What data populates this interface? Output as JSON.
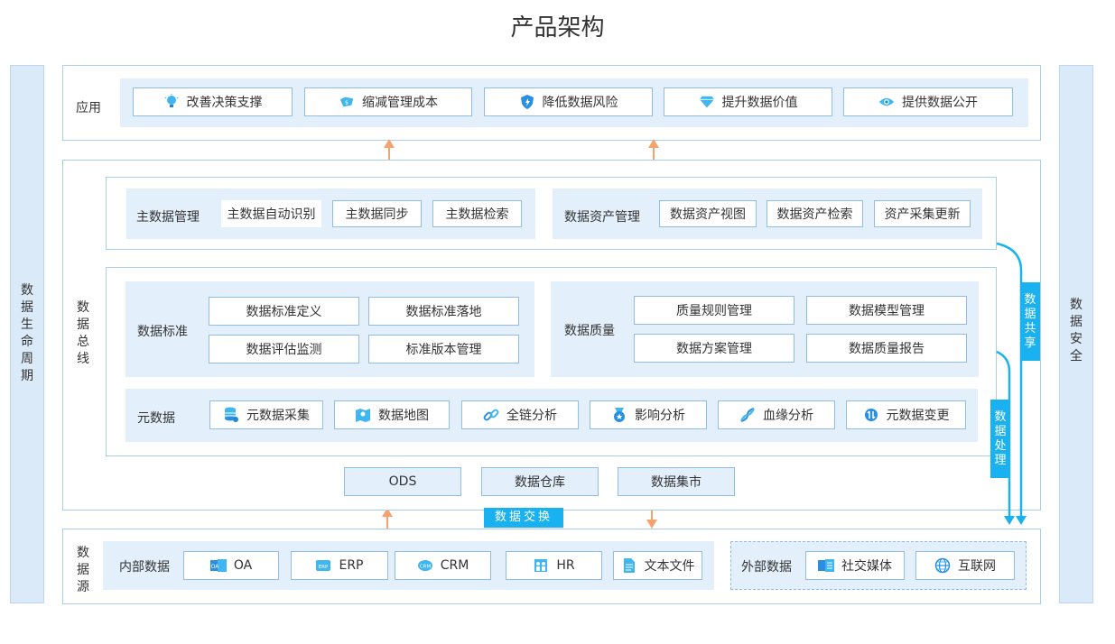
{
  "title": "产品架构",
  "left_panel": "数据生命周期",
  "right_panel": "数据安全",
  "bus_label": "数据总线",
  "app": {
    "label": "应用",
    "items": [
      {
        "icon": "lightbulb-icon",
        "label": "改善决策支撑"
      },
      {
        "icon": "money-icon",
        "label": "缩减管理成本"
      },
      {
        "icon": "shield-icon",
        "label": "降低数据风险"
      },
      {
        "icon": "diamond-icon",
        "label": "提升数据价值"
      },
      {
        "icon": "eye-icon",
        "label": "提供数据公开"
      }
    ]
  },
  "master": {
    "label": "主数据管理",
    "items": [
      "主数据自动识别",
      "主数据同步",
      "主数据检索"
    ]
  },
  "asset": {
    "label": "数据资产管理",
    "items": [
      "数据资产视图",
      "数据资产检索",
      "资产采集更新"
    ]
  },
  "standard": {
    "label": "数据标准",
    "items": [
      "数据标准定义",
      "数据标准落地",
      "数据评估监测",
      "标准版本管理"
    ]
  },
  "quality": {
    "label": "数据质量",
    "items": [
      "质量规则管理",
      "数据模型管理",
      "数据方案管理",
      "数据质量报告"
    ]
  },
  "meta": {
    "label": "元数据",
    "items": [
      {
        "icon": "database-icon",
        "label": "元数据采集"
      },
      {
        "icon": "map-icon",
        "label": "数据地图"
      },
      {
        "icon": "link-icon",
        "label": "全链分析"
      },
      {
        "icon": "medal-icon",
        "label": "影响分析"
      },
      {
        "icon": "dna-icon",
        "label": "血缘分析"
      },
      {
        "icon": "change-icon",
        "label": "元数据变更"
      }
    ]
  },
  "storage": [
    "ODS",
    "数据仓库",
    "数据集市"
  ],
  "tags": {
    "share": "数据共享",
    "process": "数据处理",
    "exchange": "数据交换"
  },
  "source": {
    "label": "数据源",
    "internal_label": "内部数据",
    "internal": [
      {
        "icon": "oa-icon",
        "label": "OA"
      },
      {
        "icon": "erp-icon",
        "label": "ERP"
      },
      {
        "icon": "crm-icon",
        "label": "CRM"
      },
      {
        "icon": "hr-icon",
        "label": "HR"
      },
      {
        "icon": "document-icon",
        "label": "文本文件"
      }
    ],
    "external_label": "外部数据",
    "external": [
      {
        "icon": "social-icon",
        "label": "社交媒体"
      },
      {
        "icon": "globe-icon",
        "label": "互联网"
      }
    ]
  },
  "colors": {
    "accent": "#1ab1f1",
    "frame_border": "#a9cdee",
    "band": "#e3effb",
    "arrow": "#f5a26d"
  }
}
